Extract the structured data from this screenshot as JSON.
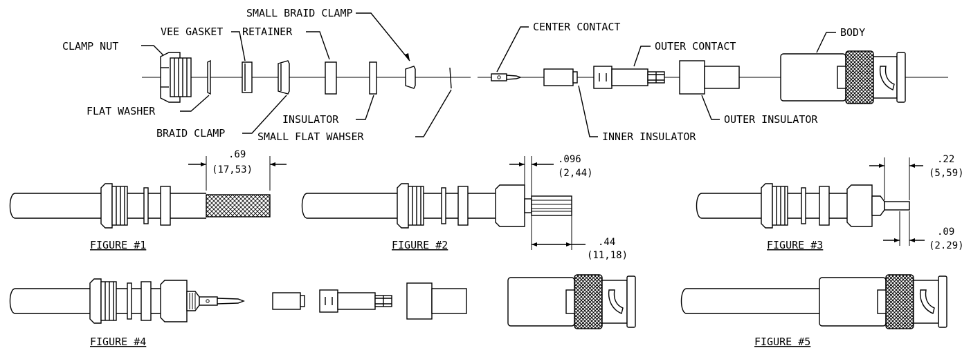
{
  "labels": {
    "small_braid_clamp": "SMALL BRAID CLAMP",
    "vee_gasket": "VEE GASKET",
    "retainer": "RETAINER",
    "clamp_nut": "CLAMP NUT",
    "flat_washer": "FLAT WASHER",
    "braid_clamp": "BRAID CLAMP",
    "insulator": "INSULATOR",
    "small_flat_washer": "SMALL FLAT WAHSER",
    "center_contact": "CENTER CONTACT",
    "outer_contact": "OUTER CONTACT",
    "body": "BODY",
    "outer_insulator": "OUTER INSULATOR",
    "inner_insulator": "INNER INSULATOR"
  },
  "dimensions": {
    "fig1_a": ".69",
    "fig1_a_mm": "(17,53)",
    "fig2_a": ".096",
    "fig2_a_mm": "(2,44)",
    "fig2_b": ".44",
    "fig2_b_mm": "(11,18)",
    "fig3_a": ".22",
    "fig3_a_mm": "(5,59)",
    "fig3_b": ".09",
    "fig3_b_mm": "(2.29)"
  },
  "figures": {
    "fig1": "FIGURE #1",
    "fig2": "FIGURE #2",
    "fig3": "FIGURE #3",
    "fig4": "FIGURE #4",
    "fig5": "FIGURE #5"
  }
}
